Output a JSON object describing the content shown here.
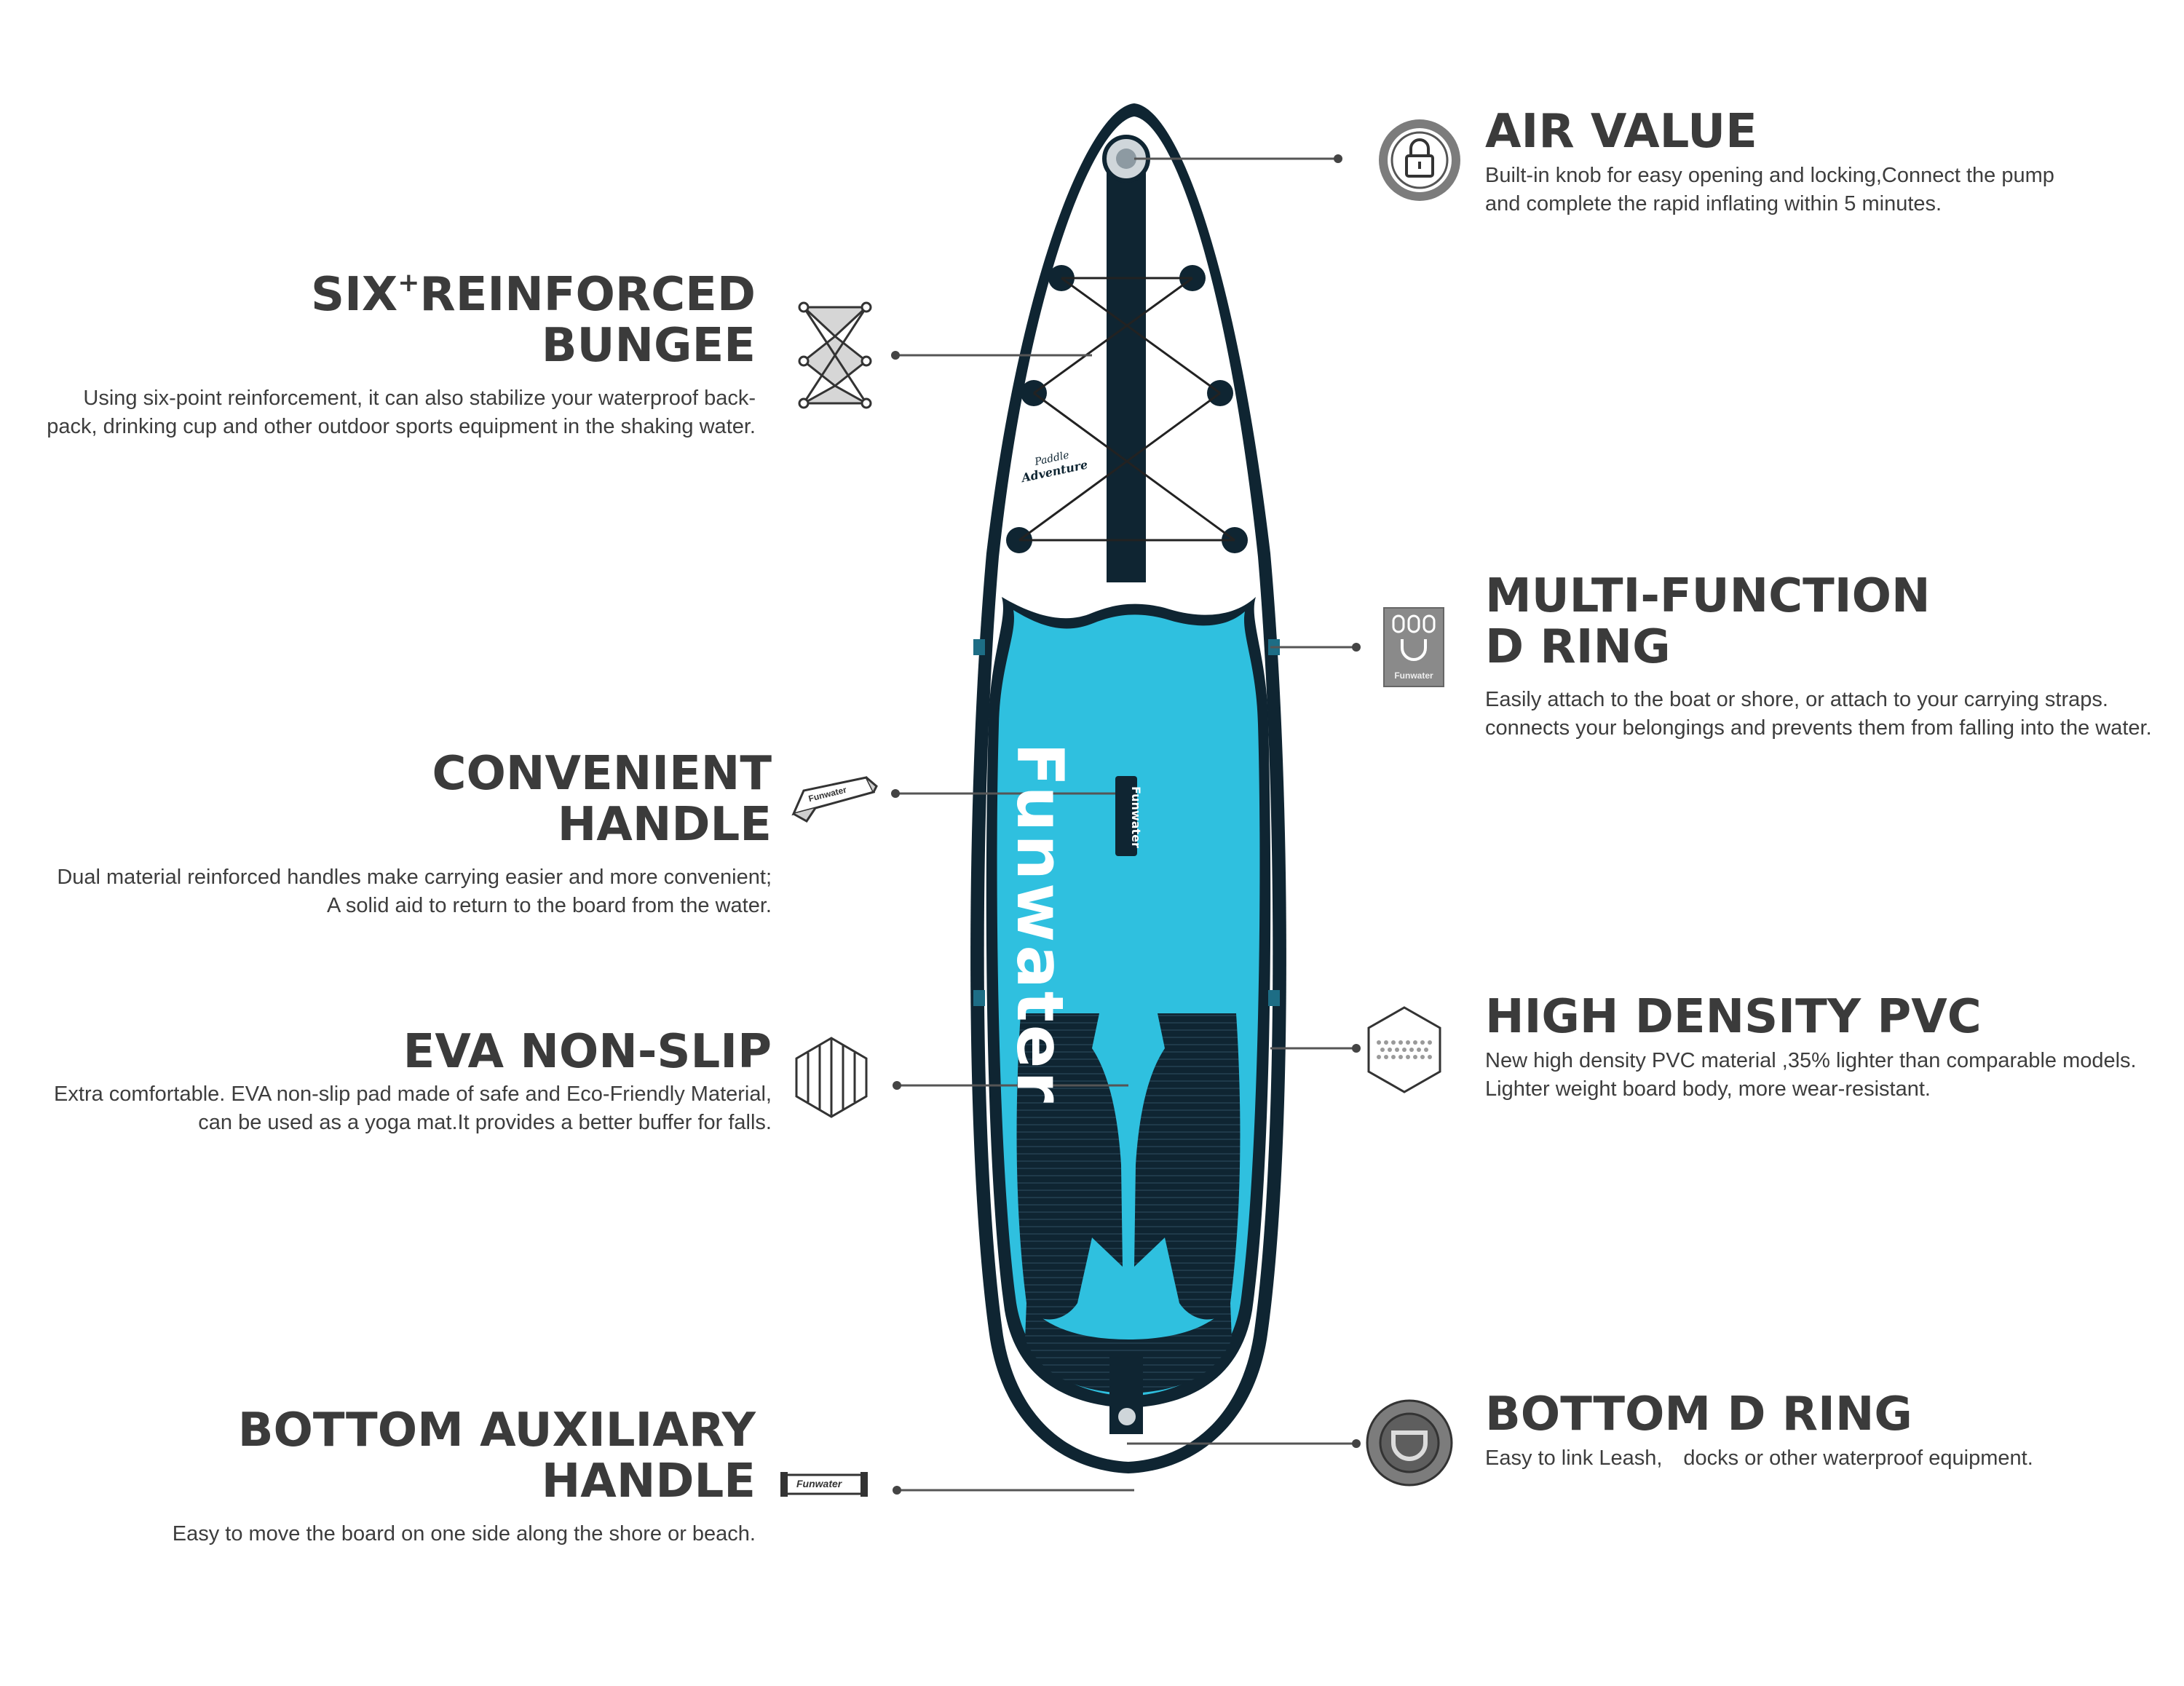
{
  "colors": {
    "board_dark": "#0f2532",
    "board_accent": "#2fc0df",
    "board_white": "#ffffff",
    "text": "#3b3b3b",
    "icon_gray": "#7c7c7c"
  },
  "board": {
    "brand": "Funwater",
    "handle_brand": "Funwater",
    "logo_line1": "Paddle",
    "logo_line2": "Adventure"
  },
  "features": {
    "air_value": {
      "title": "AIR VALUE",
      "desc_1": "Built-in knob for easy opening and locking,Connect the pump",
      "desc_2": "and complete the rapid inflating within 5 minutes.",
      "icon": "lock-icon"
    },
    "bungee": {
      "title_prefix": "SIX",
      "title_sup": "+",
      "title_rest": "REINFORCED",
      "title_2": "BUNGEE",
      "desc_1": "Using six-point reinforcement, it can also stabilize your waterproof back-",
      "desc_2": "pack, drinking cup and other outdoor sports equipment in the shaking water.",
      "icon": "bungee-icon"
    },
    "d_ring": {
      "title_1": "MULTI-FUNCTION",
      "title_2": "D RING",
      "desc_1": "Easily attach to the boat or shore, or attach to your carrying straps.",
      "desc_2": "connects your belongings and prevents them from falling into the water.",
      "icon": "d-ring-icon",
      "icon_label": "Funwater"
    },
    "handle": {
      "title_1": "CONVENIENT",
      "title_2": "HANDLE",
      "desc_1": "Dual material reinforced handles make carrying easier and more convenient;",
      "desc_2": "A solid aid to return to the board from the water.",
      "icon": "handle-icon",
      "icon_label": "Funwater"
    },
    "pvc": {
      "title": "HIGH DENSITY PVC",
      "desc_1": "New high density PVC material ,35% lighter than comparable models.",
      "desc_2": "Lighter weight board body, more wear-resistant.",
      "icon": "hexagon-icon"
    },
    "eva": {
      "title": "EVA NON-SLIP",
      "desc_1": "Extra comfortable. EVA non-slip pad made of safe and Eco-Friendly Material,",
      "desc_2": "can be used as a yoga mat.It provides a better buffer for falls.",
      "icon": "eva-pad-icon"
    },
    "bottom_ring": {
      "title": "BOTTOM D RING",
      "desc_1": "Easy to link Leash,　docks or other waterproof equipment.",
      "icon": "bottom-ring-icon"
    },
    "aux_handle": {
      "title_1": "BOTTOM AUXILIARY",
      "title_2": "HANDLE",
      "desc_1": "Easy to move the board on one side along the shore or beach.",
      "icon": "aux-handle-icon",
      "icon_label": "Funwater"
    }
  }
}
